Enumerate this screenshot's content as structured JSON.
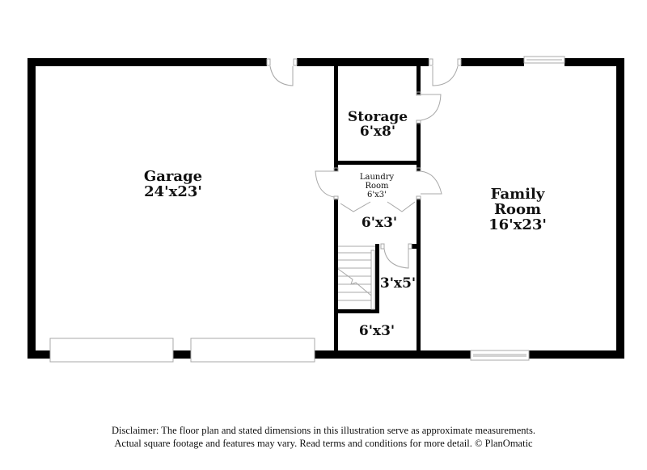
{
  "floor_plan": {
    "rooms": [
      {
        "name": "Garage",
        "dimensions": "24'x23'"
      },
      {
        "name": "Storage",
        "dimensions": "6'x8'"
      },
      {
        "name": "Laundry Room",
        "dimensions": "6'x3'"
      },
      {
        "name": "",
        "dimensions": "6'x3'"
      },
      {
        "name": "",
        "dimensions": "3'x5'"
      },
      {
        "name": "",
        "dimensions": "6'x3'"
      },
      {
        "name": "Family Room",
        "dimensions": "16'x23'"
      }
    ],
    "labels": {
      "garage_name": "Garage",
      "garage_dims": "24'x23'",
      "storage_name": "Storage",
      "storage_dims": "6'x8'",
      "laundry_name_1": "Laundry",
      "laundry_name_2": "Room",
      "laundry_dims": "6'x3'",
      "hall_dims": "6'x3'",
      "closet_dims": "3'x5'",
      "bottom_dims": "6'x3'",
      "family_name_1": "Family",
      "family_name_2": "Room",
      "family_dims": "16'x23'"
    },
    "colors": {
      "wall": "#000000",
      "fixture": "#b0b0b0",
      "background": "#ffffff"
    }
  },
  "disclaimer": {
    "line1": "Disclaimer: The floor plan and stated dimensions in this illustration serve as approximate measurements.",
    "line2": "Actual square footage and features may vary. Read terms and conditions for more detail. © PlanOmatic"
  }
}
